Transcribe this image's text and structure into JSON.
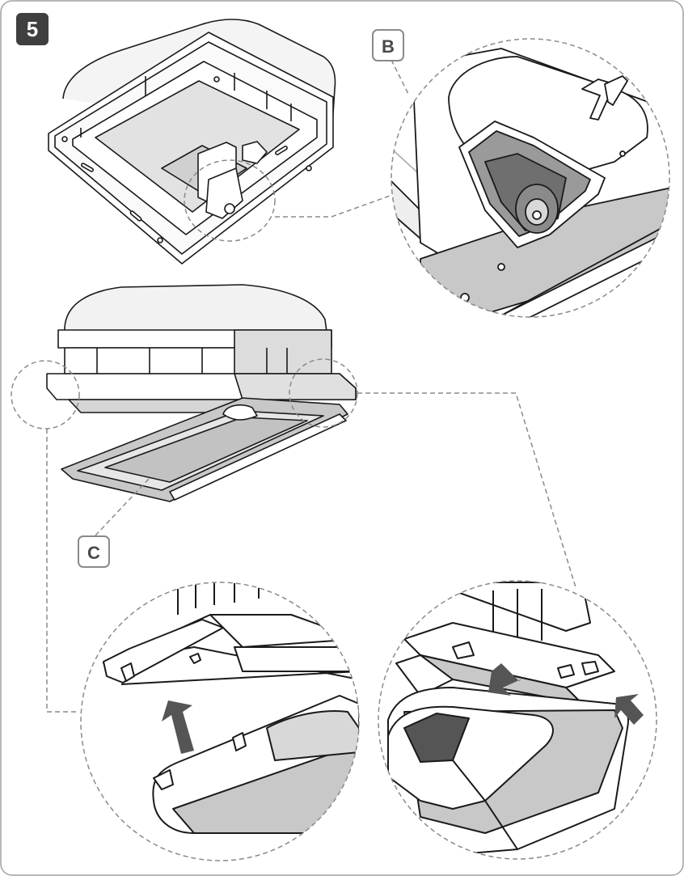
{
  "step": {
    "number": "5"
  },
  "callouts": {
    "b": "B",
    "c": "C"
  },
  "colors": {
    "outline": "#1a1a1a",
    "shade": "#c8c8c8",
    "dark_shade": "#8c8c8c",
    "arrow": "#555555",
    "dashed": "#8a8a8a",
    "badge": "#3f3f3f"
  },
  "figures": [
    "roof-vent-top-view",
    "detail-b-hinge-socket",
    "roof-vent-side-view",
    "detail-c-left-clip",
    "detail-c-right-clip"
  ]
}
